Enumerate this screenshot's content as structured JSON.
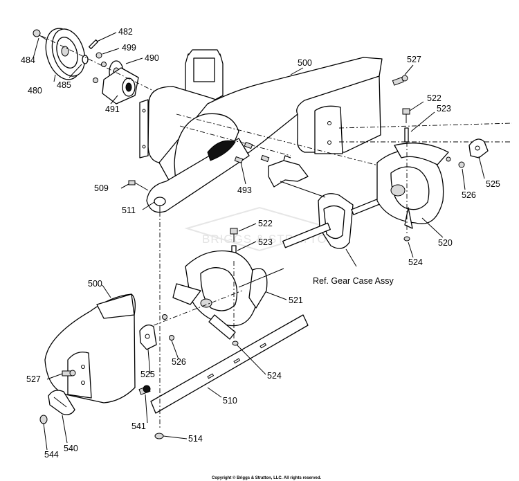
{
  "labels": {
    "p480": "480",
    "p482": "482",
    "p484": "484",
    "p485": "485",
    "p490": "490",
    "p491": "491",
    "p493": "493",
    "p499": "499",
    "p500_top": "500",
    "p500_left": "500",
    "p509": "509",
    "p510": "510",
    "p511": "511",
    "p514": "514",
    "p520": "520",
    "p521": "521",
    "p522_top": "522",
    "p522_mid": "522",
    "p523_top": "523",
    "p523_mid": "523",
    "p524_right": "524",
    "p524_mid": "524",
    "p525_right": "525",
    "p525_left": "525",
    "p526_right": "526",
    "p526_left": "526",
    "p527_top": "527",
    "p527_left": "527",
    "p540": "540",
    "p541": "541",
    "p544": "544"
  },
  "reference_text": "Ref. Gear Case Assy",
  "watermark": "BRIGGS & STRATTON",
  "copyright": "Copyright © Briggs & Stratton, LLC. All rights reserved."
}
